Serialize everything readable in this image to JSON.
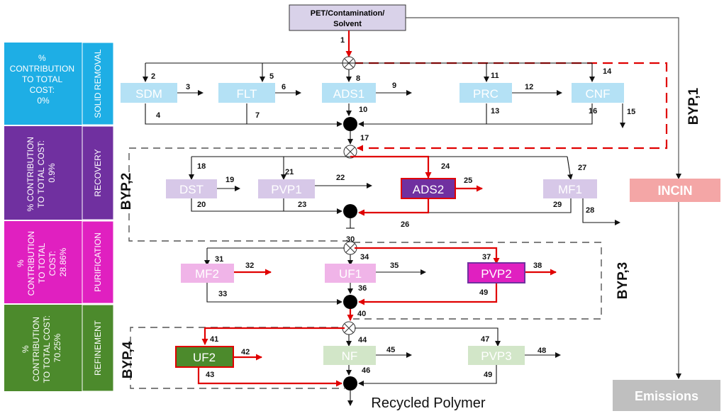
{
  "input_box": {
    "line1": "PET/Contamination/",
    "line2": "Solvent"
  },
  "output_label": "Recycled Polymer",
  "incin_label": "INCIN",
  "emissions_label": "Emissions",
  "bands": [
    {
      "title_lines": [
        "%",
        "CONTRIBUTION",
        "TO TOTAL",
        "COST:",
        "0%"
      ],
      "stage": "SOLID REMOVAL",
      "color": "#1eaee5"
    },
    {
      "title_lines": [
        "% CONTRIBUTION",
        "TO TOTAL COST:",
        "0.9%"
      ],
      "stage": "RECOVERY",
      "color": "#7030a0"
    },
    {
      "title_lines": [
        "%",
        "CONTRIBUTION",
        "TO TOTAL",
        "COST:",
        "28.86%"
      ],
      "stage": "PURIFICATION",
      "color": "#e020c0"
    },
    {
      "title_lines": [
        "%",
        "CONTRIBUTION",
        "TO TOTAL COST:",
        "70.25%"
      ],
      "stage": "REFINEMENT",
      "color": "#4c8a2c"
    }
  ],
  "bypass_labels": [
    "BYP,1",
    "BYP,2",
    "BYP,3",
    "BYP,4"
  ],
  "units": {
    "sdm": "SDM",
    "flt": "FLT",
    "ads1": "ADS1",
    "prc": "PRC",
    "cnf": "CNF",
    "dst": "DST",
    "pvp1": "PVP1",
    "ads2": "ADS2",
    "mf1": "MF1",
    "mf2": "MF2",
    "uf1": "UF1",
    "pvp2": "PVP2",
    "uf2": "UF2",
    "nf": "NF",
    "pvp3": "PVP3"
  },
  "stream_numbers": [
    "1",
    "2",
    "3",
    "4",
    "5",
    "6",
    "7",
    "8",
    "9",
    "10",
    "11",
    "12",
    "13",
    "14",
    "15",
    "16",
    "17",
    "18",
    "19",
    "20",
    "21",
    "22",
    "23",
    "24",
    "25",
    "26",
    "27",
    "28",
    "29",
    "30",
    "31",
    "32",
    "33",
    "34",
    "35",
    "36",
    "37",
    "38",
    "49",
    "40",
    "41",
    "42",
    "43",
    "44",
    "45",
    "46",
    "47",
    "48",
    "49"
  ],
  "colors": {
    "selected_path": "#e00000",
    "sr_unit": "#b4e1f5",
    "rec_unit": "#d7c8e8",
    "ads2": "#7030a0",
    "pur_unit_light": "#f0b4e8",
    "pvp2": "#e020c0",
    "uf2": "#4c8a2c",
    "ref_unit_light": "#d2e6c8",
    "incin": "#f4a6a6",
    "emissions": "#bfbfbf",
    "input_box": "#d9d2e9"
  }
}
